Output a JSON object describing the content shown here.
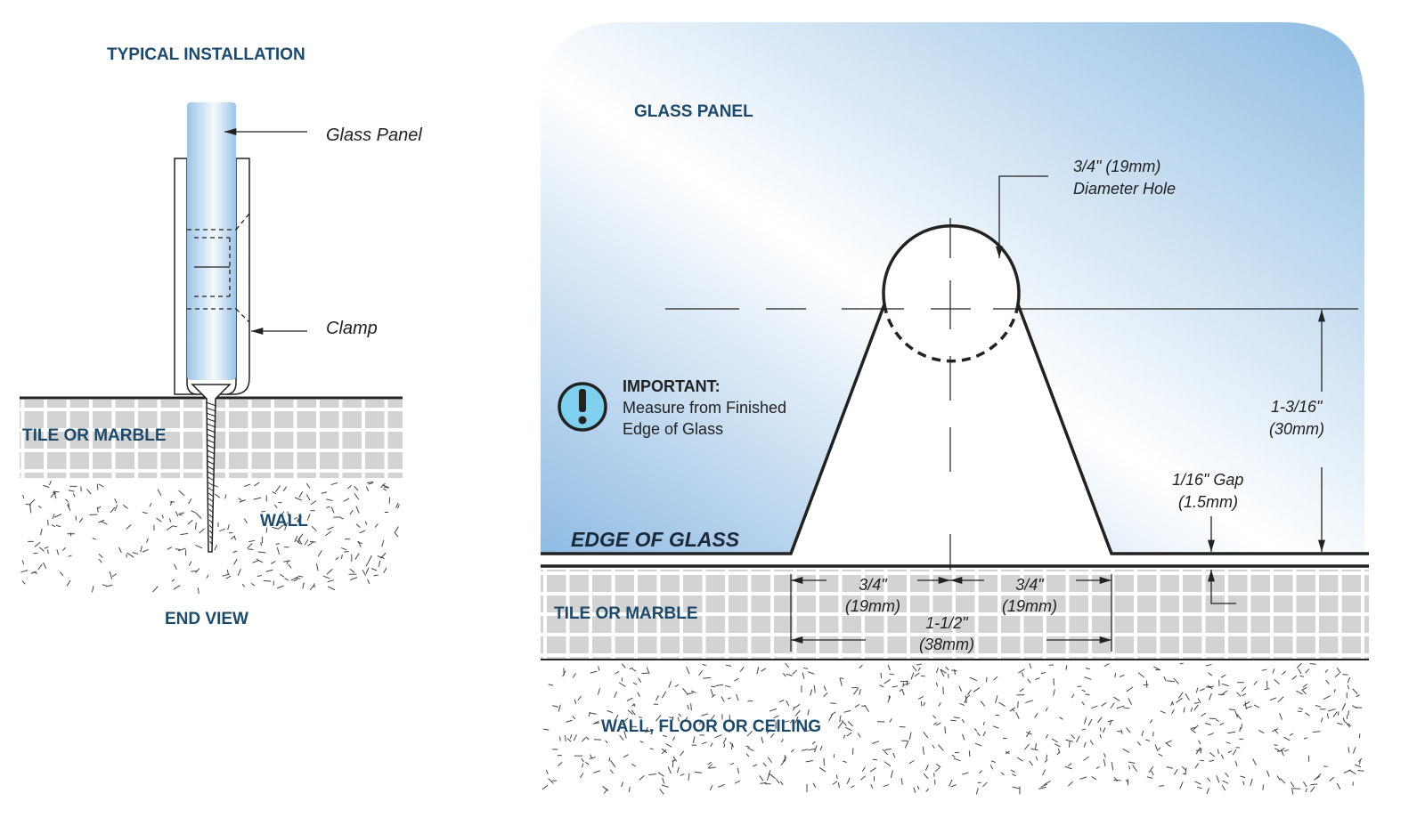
{
  "end_view": {
    "title": "TYPICAL INSTALLATION",
    "glass_panel_label": "Glass Panel",
    "clamp_label": "Clamp",
    "tile_label": "TILE OR MARBLE",
    "wall_label": "WALL",
    "caption": "END VIEW"
  },
  "detail": {
    "glass_panel_label": "GLASS PANEL",
    "hole_size": "3/4\" (19mm)",
    "hole_desc": "Diameter Hole",
    "important_title": "IMPORTANT:",
    "important_line1": "Measure from Finished",
    "important_line2": "Edge of Glass",
    "height_in": "1-3/16\"",
    "height_mm": "(30mm)",
    "gap_in": "1/16\" Gap",
    "gap_mm": "(1.5mm)",
    "edge_label": "EDGE OF GLASS",
    "tile_label": "TILE OR MARBLE",
    "left_half_in": "3/4\"",
    "left_half_mm": "(19mm)",
    "right_half_in": "3/4\"",
    "right_half_mm": "(19mm)",
    "total_in": "1-1/2\"",
    "total_mm": "(38mm)",
    "wall_label": "WALL, FLOOR OR CEILING"
  },
  "colors": {
    "label": "#1d4a6b",
    "glass": "#9cc4e6",
    "tile": "#d3d3d4",
    "important_icon": "#7fd0ef"
  }
}
